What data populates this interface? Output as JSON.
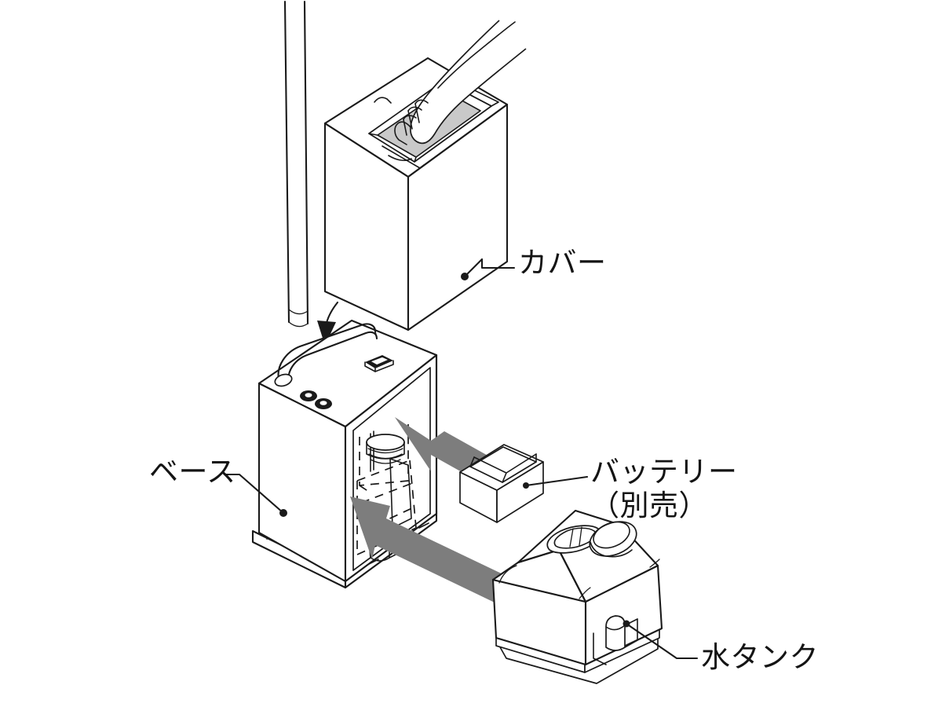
{
  "diagram": {
    "type": "exploded-assembly-illustration",
    "subject": "portable water/battery unit assembly",
    "background_color": "#ffffff",
    "line_color": "#1a1a1a",
    "arrow_color": "#7d7d7d",
    "shade_color": "#c9c9c9"
  },
  "labels": {
    "cover": {
      "text": "カバー",
      "sub": ""
    },
    "base": {
      "text": "ベース",
      "sub": ""
    },
    "battery": {
      "text": "バッテリー",
      "sub": "（別売）"
    },
    "water_tank": {
      "text": "水タンク",
      "sub": ""
    }
  },
  "parts": [
    {
      "id": "cover",
      "name": "カバー",
      "position": "top"
    },
    {
      "id": "base",
      "name": "ベース",
      "position": "center-left"
    },
    {
      "id": "battery",
      "name": "バッテリー（別売）",
      "position": "center-right"
    },
    {
      "id": "water-tank",
      "name": "水タンク",
      "position": "bottom-right"
    }
  ],
  "annotations": {
    "assembly_arrows": [
      {
        "id": "cover-down-arrow",
        "direction": "down",
        "meaning": "cover lowers onto base"
      },
      {
        "id": "battery-insert-arrow",
        "direction": "left-up",
        "meaning": "battery inserts into upper bay"
      },
      {
        "id": "tank-insert-arrow",
        "direction": "left-up",
        "meaning": "water tank inserts into lower bay"
      }
    ]
  }
}
